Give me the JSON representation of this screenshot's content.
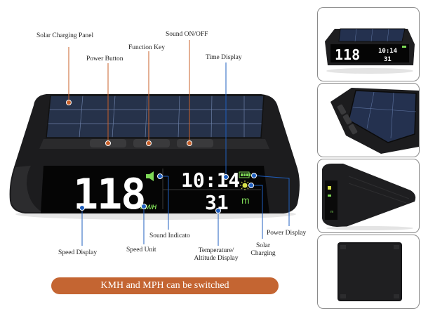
{
  "labels": {
    "solar_panel": "Solar Charging Panel",
    "power_button": "Power Button",
    "function_key": "Function Key",
    "sound_onoff": "Sound ON/OFF",
    "time_display": "Time Display",
    "speed_display": "Speed Display",
    "speed_unit": "Speed Unit",
    "sound_indicator": "Sound Indicato",
    "temp_altitude": "Temperature/ Altitude Display",
    "solar_charging": "Solar Charging",
    "power_display": "Power Display"
  },
  "screen": {
    "speed": "118",
    "speed_unit": "KM/H",
    "time": "10:14",
    "temperature": "31",
    "altitude_unit": "m"
  },
  "thumb1": {
    "speed": "118",
    "time": "10:14",
    "temperature": "31"
  },
  "banner": "KMH and MPH can be switched",
  "colors": {
    "banner": "#c46532",
    "callout_orange": "#c8602a",
    "callout_blue": "#1f5fbf",
    "lcd_green": "#7ed957",
    "lcd_white": "#ffffff"
  }
}
